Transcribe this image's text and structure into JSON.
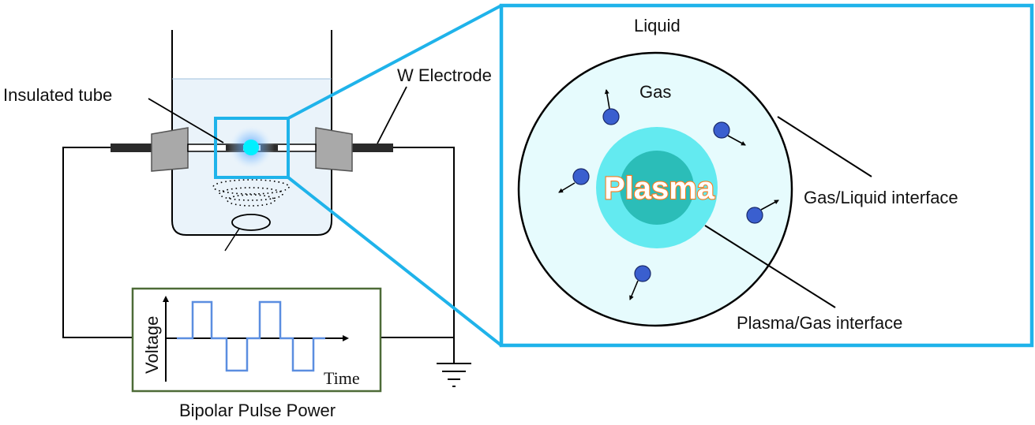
{
  "labels": {
    "insulated_tube": "Insulated tube",
    "w_electrode": "W Electrode",
    "voltage": "Voltage",
    "time": "Time",
    "power_supply": "Bipolar Pulse Power",
    "liquid": "Liquid",
    "gas": "Gas",
    "plasma": "Plasma",
    "gas_liquid_interface": "Gas/Liquid interface",
    "plasma_gas_interface": "Plasma/Gas interface"
  },
  "colors": {
    "zoom_frame": "#1fb3ea",
    "liquid_fill": "#eaf3fa",
    "bubble_fill": "#e6fbfd",
    "plasma_outer": "#63eaf0",
    "plasma_core": "#2bbdb8",
    "molecule": "#3a5fcf",
    "pulse_wave": "#5b8ee0",
    "power_box_border": "#4d6b37",
    "electrode_holder": "#a9a9a9",
    "plasma_spot": "#00f0ff"
  },
  "icons": {
    "ground": "ground-symbol-icon",
    "molecule": "gas-molecule-icon",
    "arrow": "motion-arrow-icon"
  }
}
